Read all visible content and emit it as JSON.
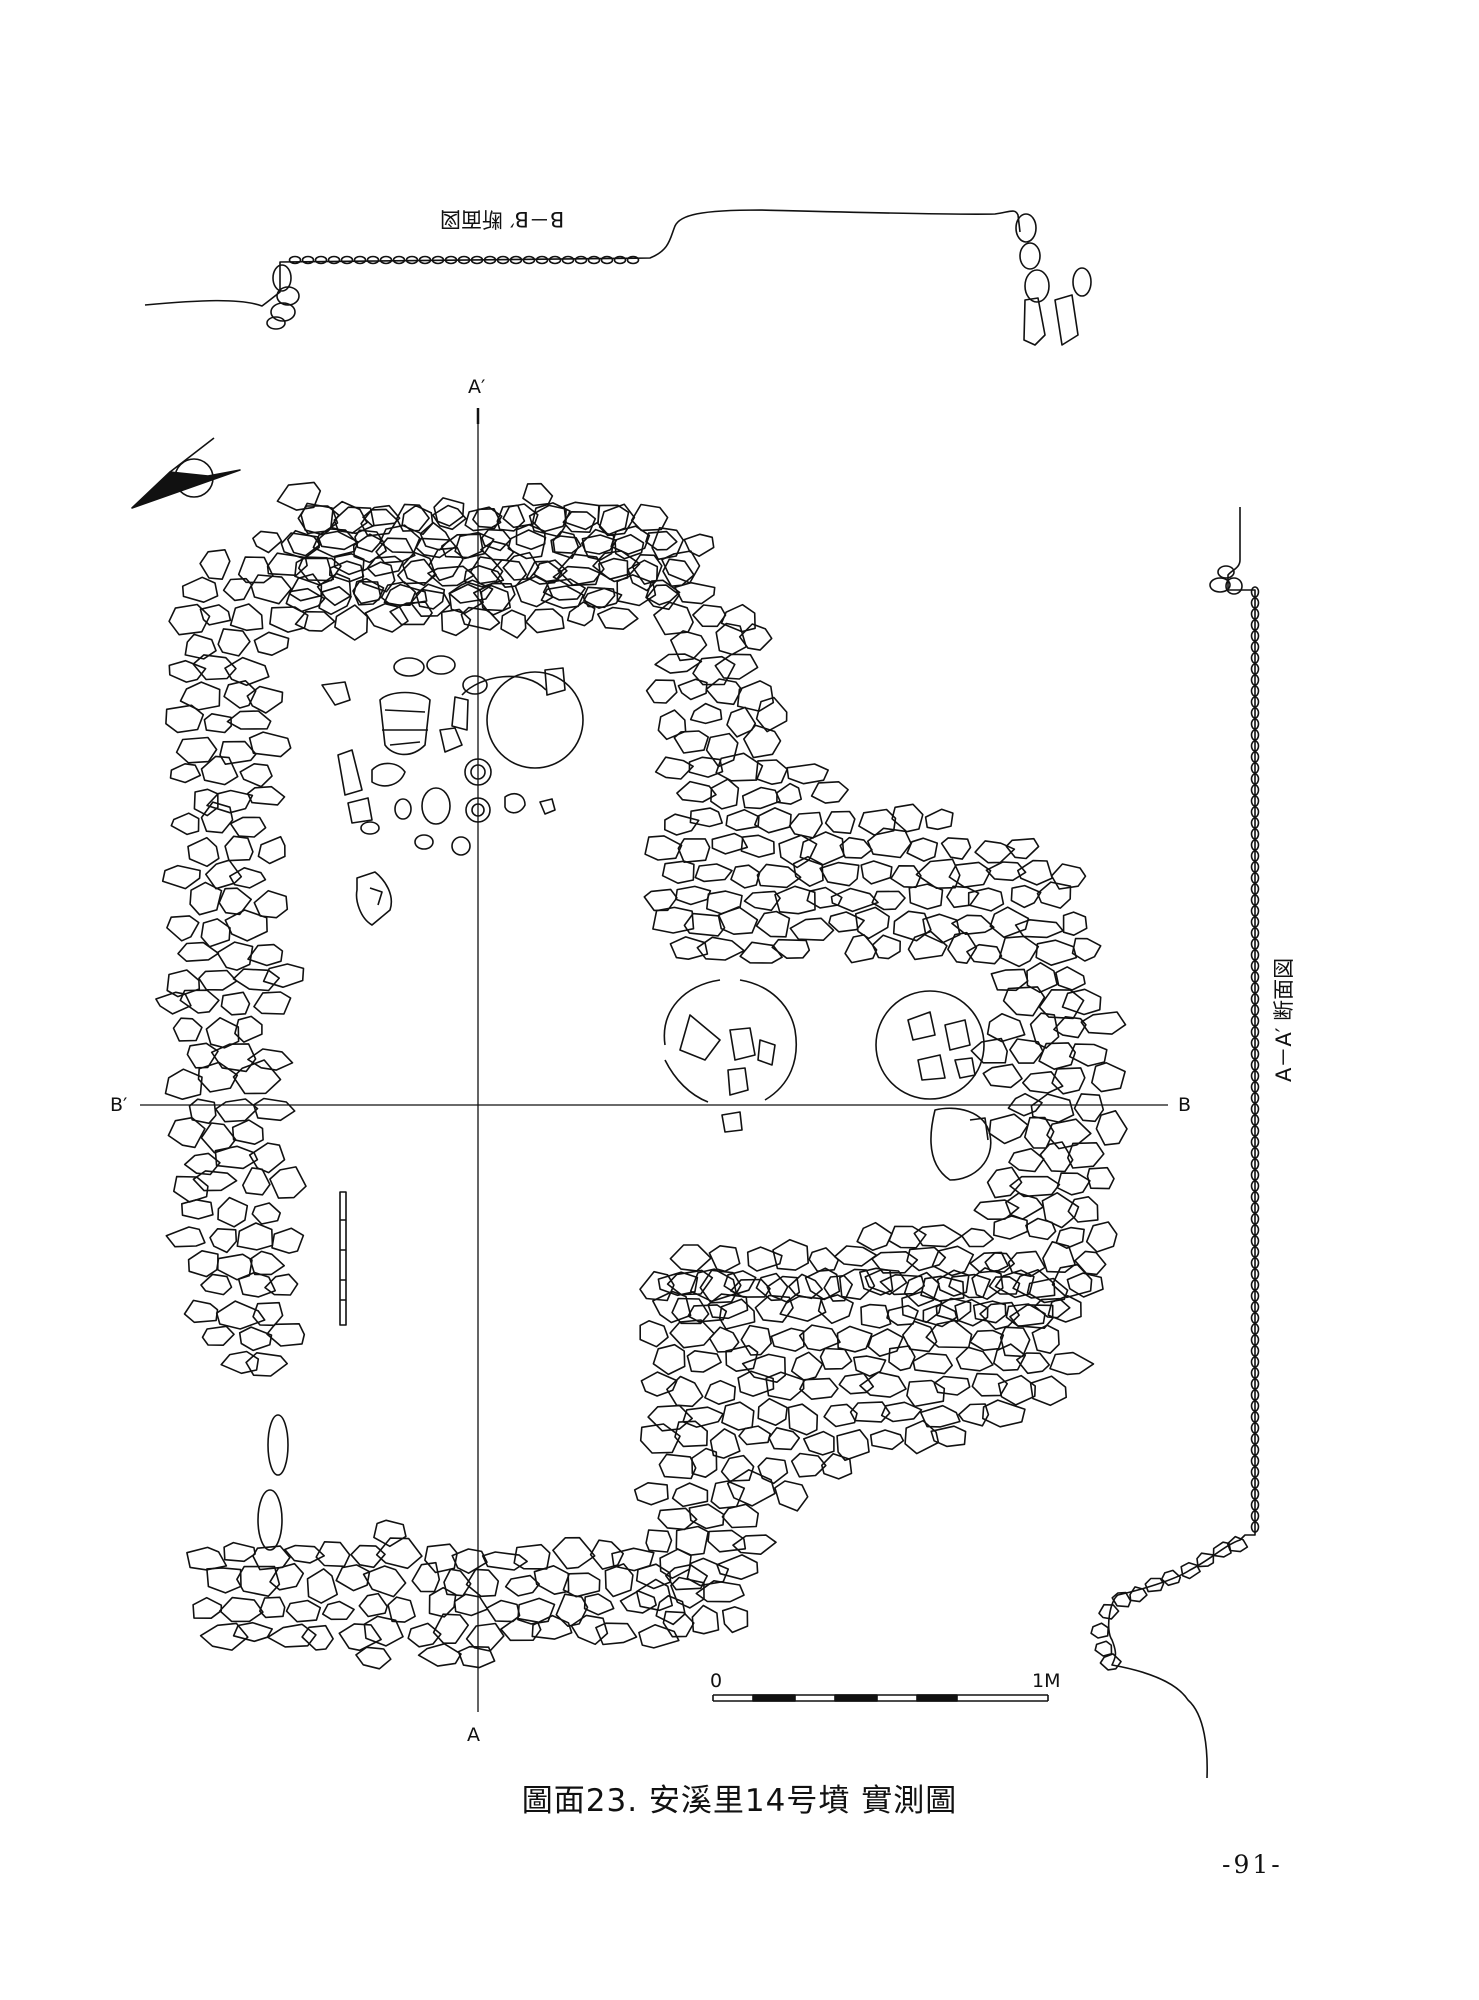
{
  "labels": {
    "a_prime": "A′",
    "a": "A",
    "b_prime": "B′",
    "b": "B",
    "scale_zero": "0",
    "scale_one": "1M"
  },
  "section_bb": "B－B′ 断面図",
  "section_aa": "A－A′ 断面図",
  "caption": "圖面23.  安溪里14号墳  實測圖",
  "page_number": "-91-",
  "colors": {
    "ink": "#111111",
    "paper": "#ffffff"
  }
}
